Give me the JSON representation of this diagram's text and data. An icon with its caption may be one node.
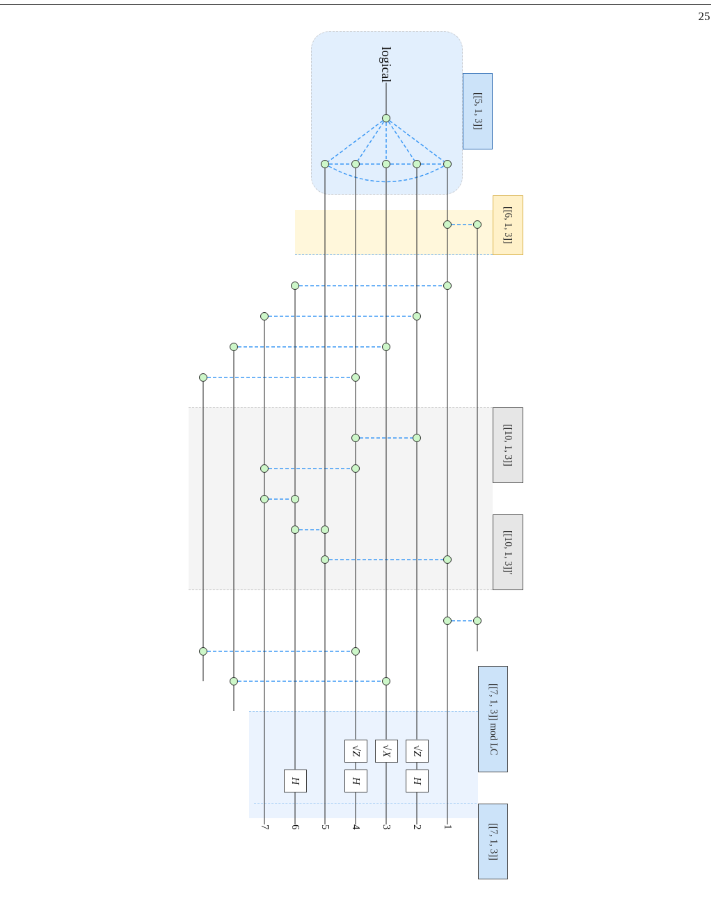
{
  "diagram": {
    "nodes": [
      {
        "text": [],
        "shape": "box"
      },
      {
        "text": [
          "logical"
        ],
        "in": 0
      },
      {
        "text": [],
        "shape": "circle",
        "in": 0
      },
      {
        "text": [],
        "shape": "circle",
        "in": 0
      },
      {
        "text": [],
        "shape": "circle",
        "in": 0
      },
      {
        "text": [],
        "shape": "circle",
        "in": 0
      },
      {
        "text": [],
        "shape": "circle",
        "in": 0
      },
      {
        "text": [],
        "shape": "circle",
        "in": 0
      },
      {
        "text": [
          "[[5, 1, 3]]"
        ]
      },
      {
        "text": [],
        "shape": "band"
      },
      {
        "text": [],
        "shape": "circle",
        "in": 9
      },
      {
        "text": [],
        "shape": "circle",
        "in": 9
      },
      {
        "text": [
          "[[6, 1, 3]]"
        ]
      },
      {
        "text": [],
        "shape": "circle"
      },
      {
        "text": [],
        "shape": "circle"
      },
      {
        "text": [],
        "shape": "circle"
      },
      {
        "text": [],
        "shape": "circle"
      },
      {
        "text": [],
        "shape": "circle"
      },
      {
        "text": [],
        "shape": "circle"
      },
      {
        "text": [],
        "shape": "circle"
      },
      {
        "text": [],
        "shape": "circle"
      },
      {
        "text": [],
        "shape": "band"
      },
      {
        "text": [],
        "shape": "circle",
        "in": 21
      },
      {
        "text": [],
        "shape": "circle",
        "in": 21
      },
      {
        "text": [],
        "shape": "circle",
        "in": 21
      },
      {
        "text": [],
        "shape": "circle",
        "in": 21
      },
      {
        "text": [],
        "shape": "circle",
        "in": 21
      },
      {
        "text": [],
        "shape": "circle",
        "in": 21
      },
      {
        "text": [],
        "shape": "circle",
        "in": 21
      },
      {
        "text": [],
        "shape": "circle",
        "in": 21
      },
      {
        "text": [],
        "shape": "circle",
        "in": 21
      },
      {
        "text": [],
        "shape": "circle",
        "in": 21
      },
      {
        "text": [
          "[[10, 1, 3]]"
        ]
      },
      {
        "text": [
          "[[10, 1, 3]]′"
        ]
      },
      {
        "text": [],
        "shape": "circle"
      },
      {
        "text": [],
        "shape": "circle"
      },
      {
        "text": [],
        "shape": "circle"
      },
      {
        "text": [],
        "shape": "circle"
      },
      {
        "text": [],
        "shape": "circle"
      },
      {
        "text": [],
        "shape": "circle"
      },
      {
        "text": [
          "[[7, 1, 3]] mod LC"
        ]
      },
      {
        "text": [],
        "shape": "band"
      },
      {
        "text": [
          "√*Z*"
        ],
        "in": 41
      },
      {
        "text": [
          "√*X*"
        ],
        "in": 41
      },
      {
        "text": [
          "√*Z*"
        ],
        "in": 41
      },
      {
        "text": [
          "H"
        ],
        "in": 41
      },
      {
        "text": [
          "H"
        ],
        "in": 41
      },
      {
        "text": [
          "H"
        ],
        "in": 41
      },
      {
        "text": [
          "[[7, 1, 3]]"
        ]
      },
      {
        "text": [
          "7"
        ]
      },
      {
        "text": [
          "6"
        ]
      },
      {
        "text": [
          "5"
        ]
      },
      {
        "text": [
          "4"
        ]
      },
      {
        "text": [
          "3"
        ]
      },
      {
        "text": [
          "2"
        ]
      },
      {
        "text": [
          "1"
        ]
      }
    ],
    "edges": [
      {
        "from": 1,
        "to": 2,
        "arrow": "none"
      },
      {
        "from": 2,
        "to": 3,
        "arrow": "none",
        "style": "dashed",
        "color": "#3d99f5"
      },
      {
        "from": 2,
        "to": 4,
        "arrow": "none",
        "style": "dashed",
        "color": "#3d99f5"
      },
      {
        "from": 2,
        "to": 5,
        "arrow": "none",
        "style": "dashed",
        "color": "#3d99f5"
      },
      {
        "from": 2,
        "to": 6,
        "arrow": "none",
        "style": "dashed",
        "color": "#3d99f5"
      },
      {
        "from": 2,
        "to": 7,
        "arrow": "none",
        "style": "dashed",
        "color": "#3d99f5"
      },
      {
        "from": 3,
        "to": 4,
        "arrow": "none",
        "style": "dashed",
        "color": "#3d99f5"
      },
      {
        "from": 4,
        "to": 5,
        "arrow": "none",
        "style": "dashed",
        "color": "#3d99f5"
      },
      {
        "from": 5,
        "to": 6,
        "arrow": "none",
        "style": "dashed",
        "color": "#3d99f5"
      },
      {
        "from": 6,
        "to": 7,
        "arrow": "none",
        "style": "dashed",
        "color": "#3d99f5"
      },
      {
        "from": 3,
        "to": 7,
        "arrow": "none",
        "style": "dashed",
        "color": "#3d99f5"
      },
      {
        "from": 10,
        "to": 11,
        "arrow": "none",
        "style": "dashed",
        "color": "#3d99f5"
      },
      {
        "from": 13,
        "to": 14,
        "arrow": "none",
        "style": "dashed",
        "color": "#3d99f5"
      },
      {
        "from": 15,
        "to": 16,
        "arrow": "none",
        "style": "dashed",
        "color": "#3d99f5"
      },
      {
        "from": 17,
        "to": 18,
        "arrow": "none",
        "style": "dashed",
        "color": "#3d99f5"
      },
      {
        "from": 19,
        "to": 20,
        "arrow": "none",
        "style": "dashed",
        "color": "#3d99f5"
      },
      {
        "from": 22,
        "to": 23,
        "arrow": "none",
        "style": "dashed",
        "color": "#3d99f5"
      },
      {
        "from": 24,
        "to": 25,
        "arrow": "none",
        "style": "dashed",
        "color": "#3d99f5"
      },
      {
        "from": 26,
        "to": 27,
        "arrow": "none",
        "style": "dashed",
        "color": "#3d99f5"
      },
      {
        "from": 28,
        "to": 29,
        "arrow": "none",
        "style": "dashed",
        "color": "#3d99f5"
      },
      {
        "from": 30,
        "to": 31,
        "arrow": "none",
        "style": "dashed",
        "color": "#3d99f5"
      },
      {
        "from": 34,
        "to": 35,
        "arrow": "none",
        "style": "dashed",
        "color": "#3d99f5"
      },
      {
        "from": 36,
        "to": 37,
        "arrow": "none",
        "style": "dashed",
        "color": "#3d99f5"
      },
      {
        "from": 38,
        "to": 39,
        "arrow": "none",
        "style": "dashed",
        "color": "#3d99f5"
      },
      {
        "from": 3,
        "to": 29,
        "arrow": "none"
      },
      {
        "from": 29,
        "to": 30,
        "arrow": "none"
      },
      {
        "from": 30,
        "to": 51,
        "arrow": "none"
      },
      {
        "from": 4,
        "to": 20,
        "arrow": "none"
      },
      {
        "from": 20,
        "to": 22,
        "arrow": "none"
      },
      {
        "from": 22,
        "to": 25,
        "arrow": "none"
      },
      {
        "from": 25,
        "to": 37,
        "arrow": "none"
      },
      {
        "from": 37,
        "to": 42,
        "arrow": "none"
      },
      {
        "from": 42,
        "to": 46,
        "arrow": "none"
      },
      {
        "from": 46,
        "to": 52,
        "arrow": "none"
      },
      {
        "from": 5,
        "to": 18,
        "arrow": "none"
      },
      {
        "from": 18,
        "to": 39,
        "arrow": "none"
      },
      {
        "from": 39,
        "to": 43,
        "arrow": "none"
      },
      {
        "from": 43,
        "to": 53,
        "arrow": "none"
      },
      {
        "from": 6,
        "to": 16,
        "arrow": "none"
      },
      {
        "from": 16,
        "to": 23,
        "arrow": "none"
      },
      {
        "from": 23,
        "to": 44,
        "arrow": "none"
      },
      {
        "from": 44,
        "to": 47,
        "arrow": "none"
      },
      {
        "from": 47,
        "to": 54,
        "arrow": "none"
      },
      {
        "from": 7,
        "to": 10,
        "arrow": "none"
      },
      {
        "from": 10,
        "to": 14,
        "arrow": "none"
      },
      {
        "from": 14,
        "to": 31,
        "arrow": "none"
      },
      {
        "from": 31,
        "to": 34,
        "arrow": "none"
      },
      {
        "from": 34,
        "to": 55,
        "arrow": "none"
      },
      {
        "from": 11,
        "to": 35,
        "arrow": "none"
      },
      {
        "from": 35,
        "to": null,
        "arrow": "none"
      },
      {
        "from": 13,
        "to": 27,
        "arrow": "none"
      },
      {
        "from": 27,
        "to": 28,
        "arrow": "none"
      },
      {
        "from": 28,
        "to": 45,
        "arrow": "none"
      },
      {
        "from": 45,
        "to": 50,
        "arrow": "none"
      },
      {
        "from": 15,
        "to": 24,
        "arrow": "none"
      },
      {
        "from": 24,
        "to": 26,
        "arrow": "none"
      },
      {
        "from": 26,
        "to": 49,
        "arrow": "none"
      },
      {
        "from": 17,
        "to": 38,
        "arrow": "none"
      },
      {
        "from": 38,
        "to": null,
        "arrow": "none"
      },
      {
        "from": 19,
        "to": 36,
        "arrow": "none"
      },
      {
        "from": 36,
        "to": null,
        "arrow": "none"
      }
    ],
    "labels": [
      "25"
    ]
  }
}
